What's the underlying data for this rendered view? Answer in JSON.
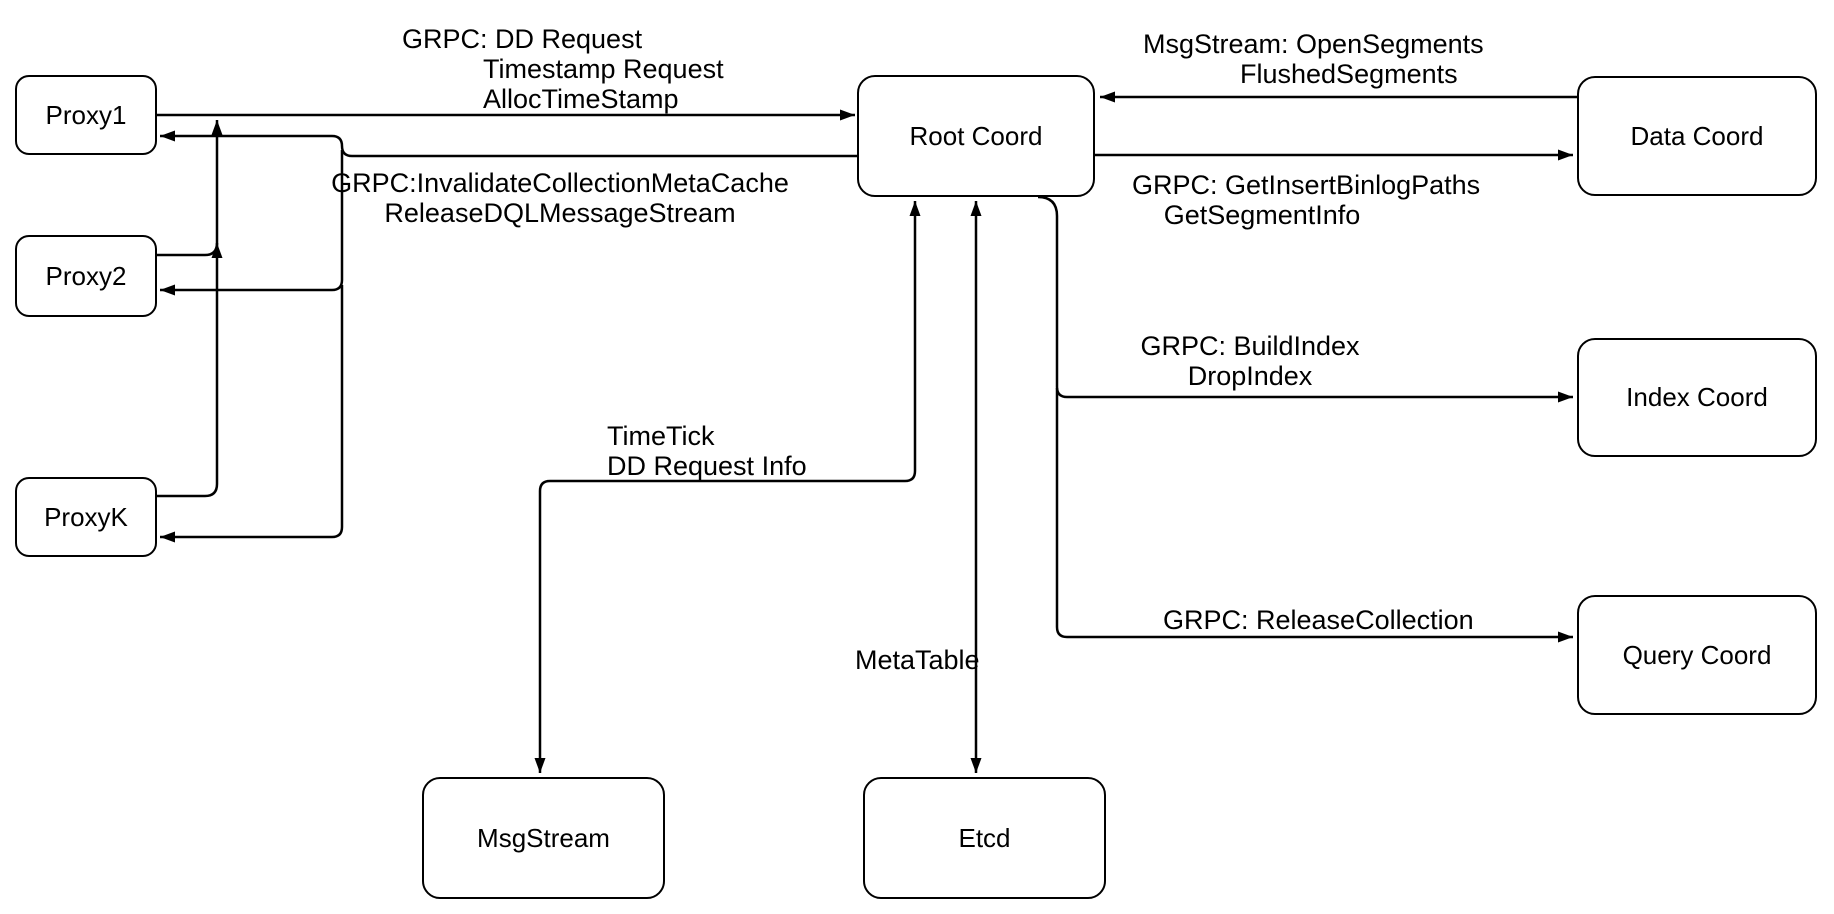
{
  "diagram": {
    "colors": {
      "background": "#ffffff",
      "ink": "#000000"
    },
    "nodes": {
      "proxy1": {
        "label": "Proxy1"
      },
      "proxy2": {
        "label": "Proxy2"
      },
      "proxyk": {
        "label": "ProxyK"
      },
      "root_coord": {
        "label": "Root Coord"
      },
      "data_coord": {
        "label": "Data Coord"
      },
      "index_coord": {
        "label": "Index Coord"
      },
      "query_coord": {
        "label": "Query Coord"
      },
      "msgstream": {
        "label": "MsgStream"
      },
      "etcd": {
        "label": "Etcd"
      }
    },
    "edge_labels": {
      "proxy_to_root": {
        "line1": "GRPC: DD Request",
        "line2": "Timestamp Request",
        "line3": "AllocTimeStamp"
      },
      "root_to_proxies": {
        "line1": "GRPC:InvalidateCollectionMetaCache",
        "line2": "ReleaseDQLMessageStream"
      },
      "data_to_root": {
        "line1": "MsgStream: OpenSegments",
        "line2": "FlushedSegments"
      },
      "root_to_data": {
        "line1": "GRPC: GetInsertBinlogPaths",
        "line2": "GetSegmentInfo"
      },
      "root_to_index": {
        "line1": "GRPC: BuildIndex",
        "line2": "DropIndex"
      },
      "root_to_query": {
        "line1": "GRPC: ReleaseCollection"
      },
      "root_to_msgstream": {
        "line1": "TimeTick",
        "line2": "DD Request Info"
      },
      "root_to_etcd": {
        "line1": "MetaTable"
      }
    }
  }
}
